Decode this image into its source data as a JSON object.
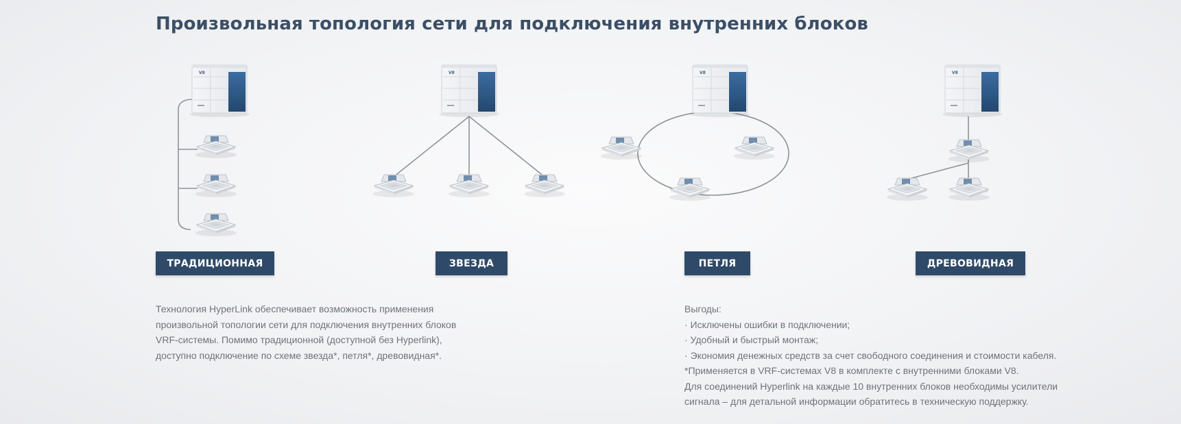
{
  "title": "Произвольная топология сети для подключения внутренних блоков",
  "outdoor_unit_badge": "V8",
  "topologies": [
    {
      "label": "ТРАДИЦИОННАЯ"
    },
    {
      "label": "ЗВЕЗДА"
    },
    {
      "label": "ПЕТЛЯ"
    },
    {
      "label": "ДРЕВОВИДНАЯ"
    }
  ],
  "description": {
    "lines": [
      "Технология HyperLink обеспечивает возможность применения",
      "произвольной топологии сети для подключения внутренних блоков",
      "VRF-системы. Помимо традиционной (доступной без Hyperlink),",
      "доступно подключение по схеме звезда*, петля*, древовидная*."
    ]
  },
  "benefits": {
    "heading": "Выгоды:",
    "items": [
      "· Исключены ошибки в подключении;",
      "· Удобный и быстрый монтаж;",
      "· Экономия денежных средств за счет свободного соединения и стоимости кабеля."
    ],
    "notes": [
      "*Применяется в VRF-системах V8 в комплекте с внутренними блоками V8.",
      "Для соединений Hyperlink на каждые 10 внутренних блоков необходимы усилители",
      "сигнала – для детальной информации обратитесь в техническую поддержку."
    ]
  },
  "colors": {
    "title": "#3b4f66",
    "label_bg": "#2f4a69",
    "panel_blue": "#2f5a8a",
    "wire": "#8d9499",
    "body_text": "#6e7378"
  }
}
